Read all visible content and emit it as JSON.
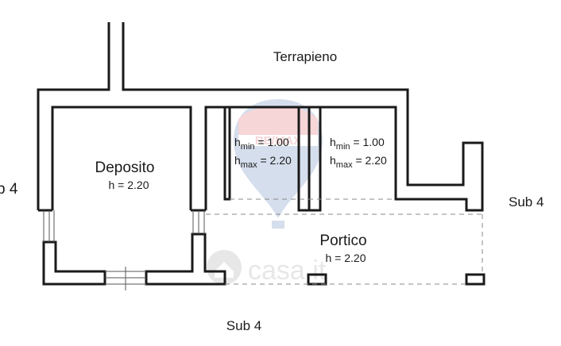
{
  "labels": {
    "terrapieno": "Terrapieno",
    "deposito": "Deposito",
    "deposito_h": "h = 2.20",
    "portico": "Portico",
    "portico_h": "h = 2.20",
    "sub4_left": "b 4",
    "sub4_right": "Sub 4",
    "sub4_bottom": "Sub 4"
  },
  "niche_left": {
    "hmin_h": "h",
    "hmin_sub": "min",
    "hmin_val": " = 1.00",
    "hmax_h": "h",
    "hmax_sub": "max",
    "hmax_val": " = 2.20"
  },
  "niche_right": {
    "hmin_h": "h",
    "hmin_sub": "min",
    "hmin_val": " = 1.00",
    "hmax_h": "h",
    "hmax_sub": "max",
    "hmax_val": " = 2.20"
  },
  "watermark": {
    "brand": "RE/MAX",
    "site": "casa.it"
  },
  "colors": {
    "wall": "#1a1a1a",
    "watermark_red": "#d0202a",
    "watermark_blue": "#1f4e9c"
  }
}
